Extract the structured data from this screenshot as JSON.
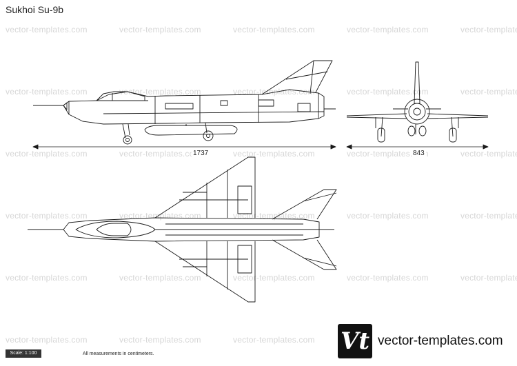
{
  "title": "Sukhoi Su-9b",
  "watermark": "vector-templates.com",
  "dimensions": {
    "length": "1737",
    "span": "843"
  },
  "footer": {
    "scale": "Scale: 1:100",
    "note": "All measurements in centimeters.",
    "logo_text": "Vt",
    "brand": "vector-templates.com"
  }
}
